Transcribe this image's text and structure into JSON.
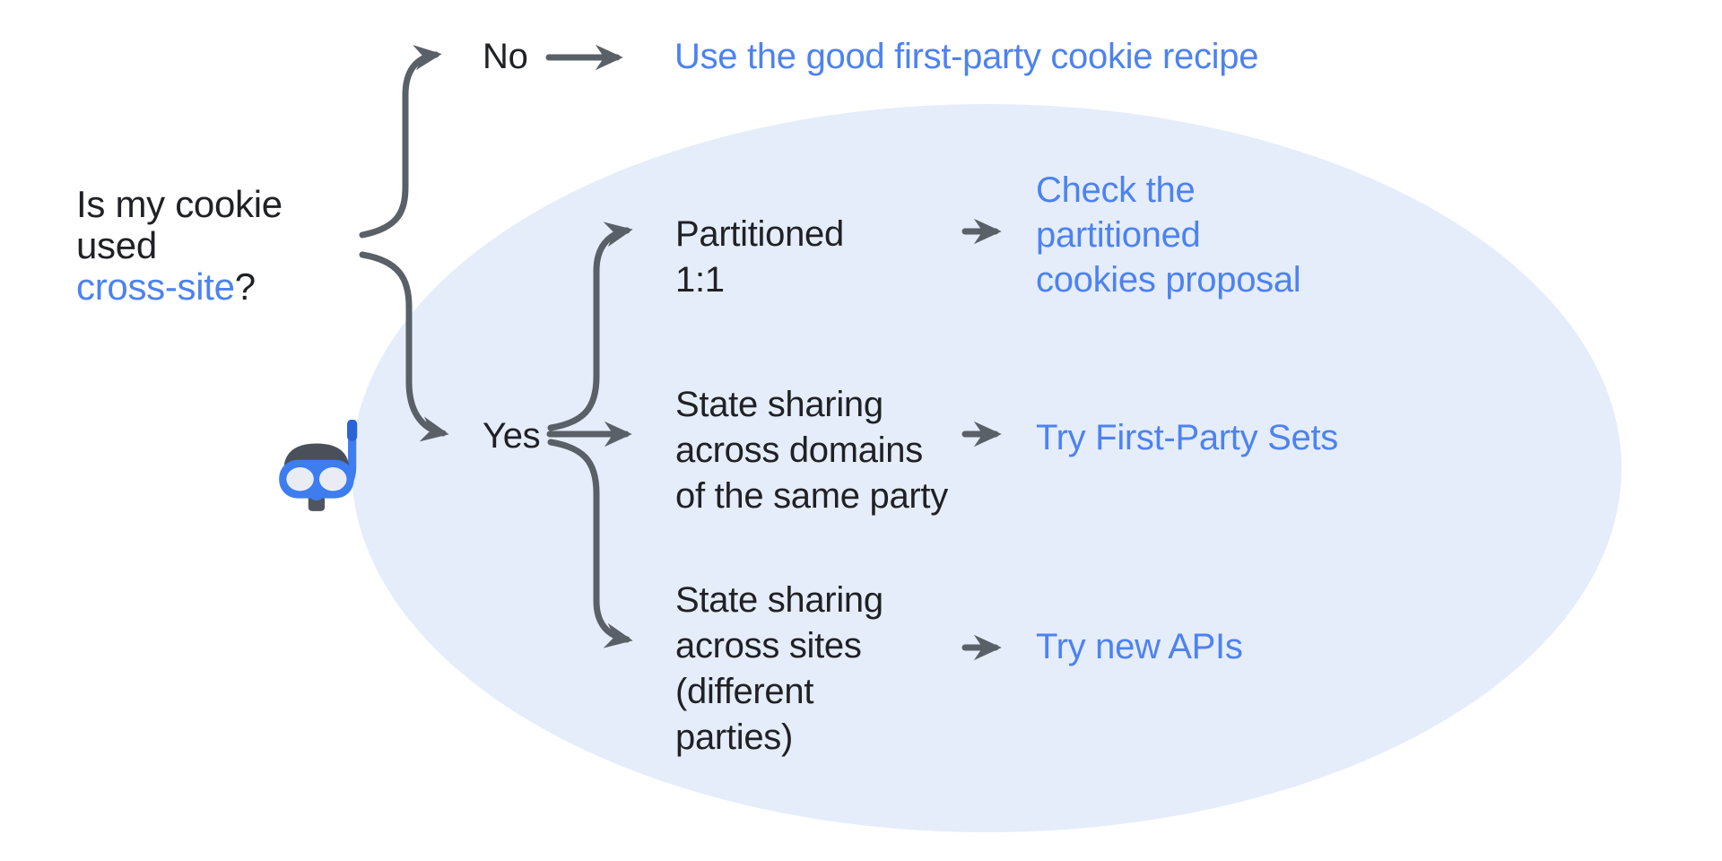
{
  "palette": {
    "background": "#ffffff",
    "ellipse_fill": "#e5edfb",
    "text_dark": "#202124",
    "link_blue": "#4d82f0",
    "connector_gray": "#5a6067"
  },
  "question": {
    "line1": "Is my cookie",
    "line2": "used",
    "line3_highlight": "cross-site",
    "line3_suffix": "?"
  },
  "no_branch": {
    "label": "No",
    "result": "Use the good first-party cookie recipe"
  },
  "yes_branch": {
    "label": "Yes",
    "rows": [
      {
        "label_lines": [
          "Partitioned",
          "1:1"
        ],
        "result_lines": [
          "Check the",
          "partitioned",
          "cookies proposal"
        ]
      },
      {
        "label_lines": [
          "State sharing",
          "across domains",
          "of the same party"
        ],
        "result_lines": [
          "Try First-Party Sets"
        ]
      },
      {
        "label_lines": [
          "State sharing",
          "across sites",
          "(different",
          "parties)"
        ],
        "result_lines": [
          "Try new APIs"
        ]
      }
    ]
  },
  "icons": {
    "diving_mask": "🤿"
  }
}
